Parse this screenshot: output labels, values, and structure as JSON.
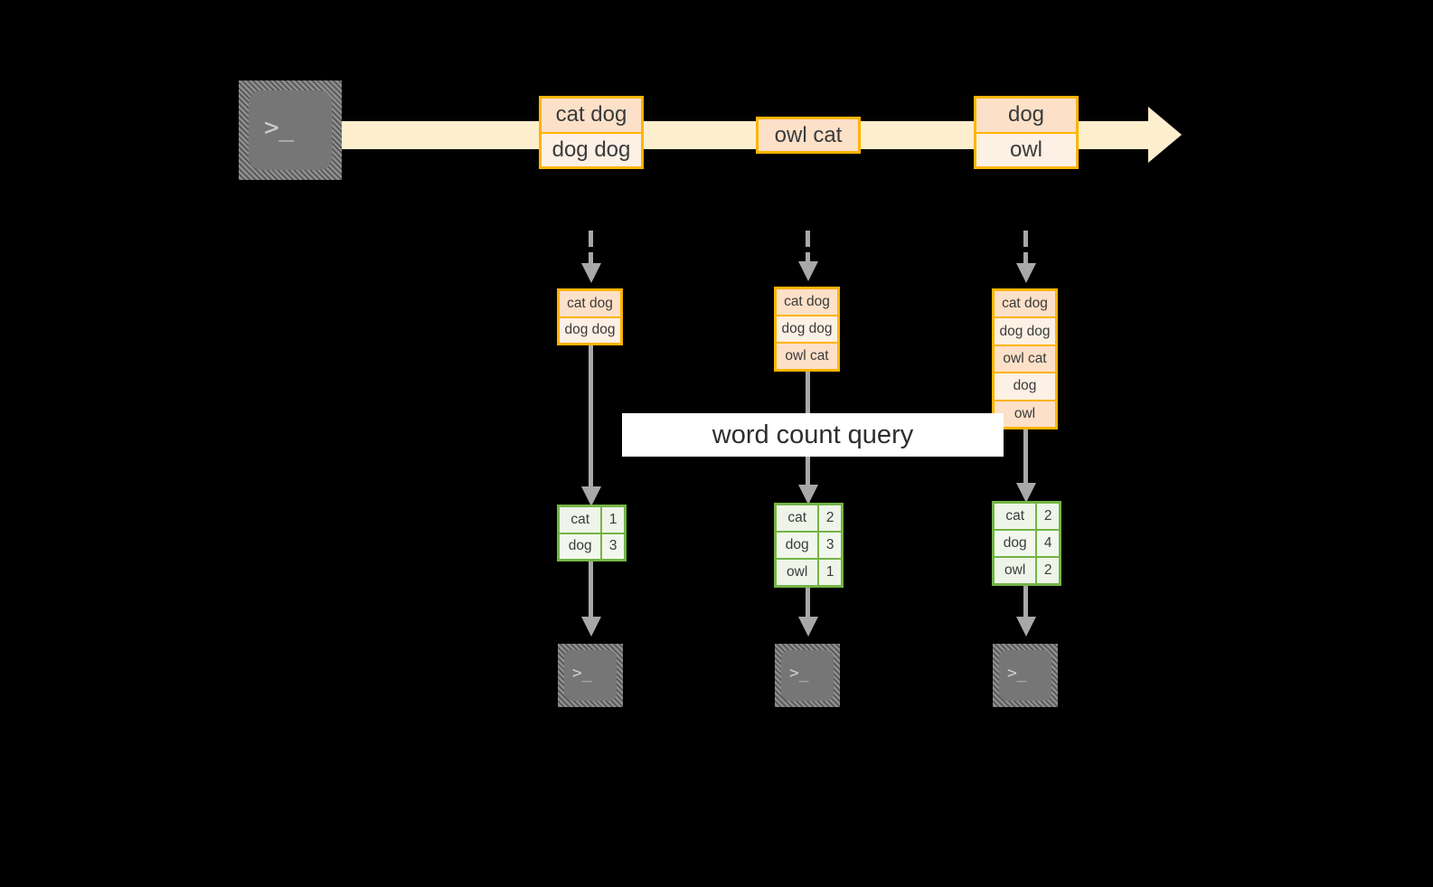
{
  "diagram": {
    "title_label": "word count query",
    "colors": {
      "background": "#000000",
      "stream_band": "#fdeecd",
      "event_border": "#ffb400",
      "event_fill_dark": "#fde0c8",
      "event_fill_light": "#fdf0e4",
      "table_border": "#73b446",
      "table_fill_dark": "#eef4e8",
      "table_fill_light": "#f2f7ee",
      "connector": "#a8a8a8",
      "terminal_body": "#767676",
      "terminal_glyph": "#cfcfcf",
      "label_fill": "#ffffff",
      "text": "#3b3b3b"
    },
    "source_terminal": {
      "icon": "terminal-prompt-icon",
      "glyph": ">_"
    },
    "stream_events": [
      {
        "name": "event-group-1",
        "lines": [
          "cat dog",
          "dog dog"
        ]
      },
      {
        "name": "event-group-2",
        "lines": [
          "owl cat"
        ]
      },
      {
        "name": "event-group-3",
        "lines": [
          "dog",
          "owl"
        ]
      }
    ],
    "snapshots": [
      {
        "name": "snapshot-1",
        "lines": [
          "cat dog",
          "dog dog"
        ]
      },
      {
        "name": "snapshot-2",
        "lines": [
          "cat dog",
          "dog dog",
          "owl cat"
        ]
      },
      {
        "name": "snapshot-3",
        "lines": [
          "cat dog",
          "dog dog",
          "owl cat",
          "dog",
          "owl"
        ]
      }
    ],
    "results": [
      {
        "name": "result-1",
        "rows": [
          {
            "word": "cat",
            "count": "1"
          },
          {
            "word": "dog",
            "count": "3"
          }
        ]
      },
      {
        "name": "result-2",
        "rows": [
          {
            "word": "cat",
            "count": "2"
          },
          {
            "word": "dog",
            "count": "3"
          },
          {
            "word": "owl",
            "count": "1"
          }
        ]
      },
      {
        "name": "result-3",
        "rows": [
          {
            "word": "cat",
            "count": "2"
          },
          {
            "word": "dog",
            "count": "4"
          },
          {
            "word": "owl",
            "count": "2"
          }
        ]
      }
    ],
    "sink_terminals": [
      {
        "icon": "terminal-prompt-icon",
        "glyph": ">_"
      },
      {
        "icon": "terminal-prompt-icon",
        "glyph": ">_"
      },
      {
        "icon": "terminal-prompt-icon",
        "glyph": ">_"
      }
    ]
  }
}
